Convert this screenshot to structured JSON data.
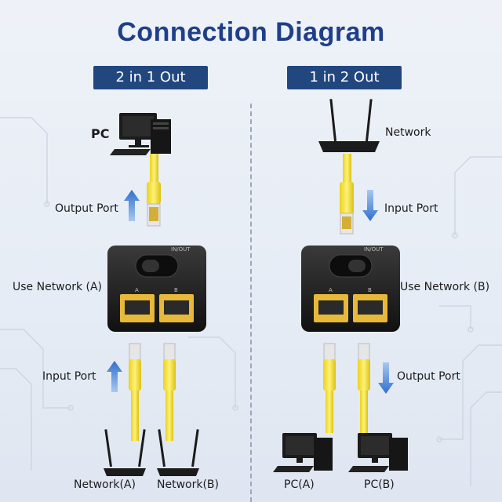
{
  "title": "Connection Diagram",
  "colors": {
    "title": "#1f3f88",
    "badge": "#22477f",
    "cable": "#f6e63a",
    "arrow": "#3b7fd6",
    "port": "#e8b83b",
    "device": "#1b1b1b"
  },
  "left": {
    "mode": "2 in 1 Out",
    "top_device": "PC",
    "output_port": "Output Port",
    "switch_label": "Use Network (A)",
    "input_port": "Input Port",
    "device_a": "Network(A)",
    "device_b": "Network(B)"
  },
  "right": {
    "mode": "1 in 2 Out",
    "top_device": "Network",
    "input_port": "Input Port",
    "switch_label": "Use Network (B)",
    "output_port": "Output Port",
    "device_a": "PC(A)",
    "device_b": "PC(B)"
  },
  "switch": {
    "top_text": "IN/OUT",
    "port_a": "A",
    "port_b": "B"
  },
  "icons": {
    "pc": "desktop-computer-icon",
    "router": "wifi-router-icon",
    "switch": "network-splitter-icon",
    "arrow_up": "arrow-up-icon",
    "arrow_down": "arrow-down-icon"
  }
}
